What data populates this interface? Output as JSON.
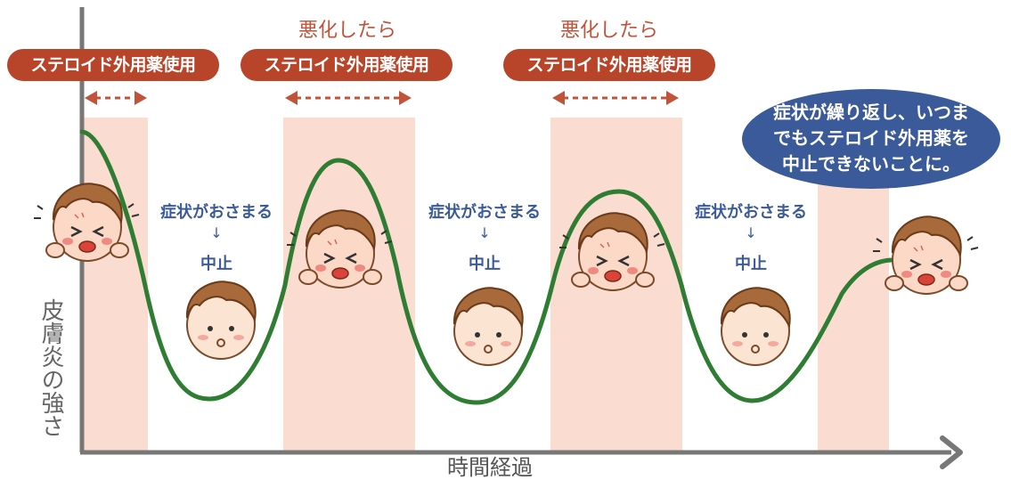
{
  "pills": [
    {
      "label": "ステロイド外用薬使用"
    },
    {
      "label": "ステロイド外用薬使用"
    },
    {
      "label": "ステロイド外用薬使用"
    }
  ],
  "worse_labels": [
    "悪化したら",
    "悪化したら"
  ],
  "relief_labels": [
    {
      "line1": "症状がおさまる",
      "arrow": "↓",
      "line2": "中止"
    },
    {
      "line1": "症状がおさまる",
      "arrow": "↓",
      "line2": "中止"
    },
    {
      "line1": "症状がおさまる",
      "arrow": "↓",
      "line2": "中止"
    }
  ],
  "bubble": {
    "line1": "症状が繰り返し、いつま",
    "line2": "でもステロイド外用薬を",
    "line3": "中止できないことに。"
  },
  "axis": {
    "y_label": "皮膚炎の強さ",
    "x_label": "時間経過"
  },
  "colors": {
    "curve": "#2e7d32",
    "band": "#fadcd0",
    "pill": "#b8452a",
    "arrow": "#c0533a",
    "bubble": "#3a5a9a",
    "axis": "#777777"
  },
  "faces": [
    {
      "mood": "itchy"
    },
    {
      "mood": "calm"
    },
    {
      "mood": "itchy"
    },
    {
      "mood": "calm"
    },
    {
      "mood": "itchy"
    },
    {
      "mood": "calm"
    },
    {
      "mood": "itchy"
    }
  ]
}
